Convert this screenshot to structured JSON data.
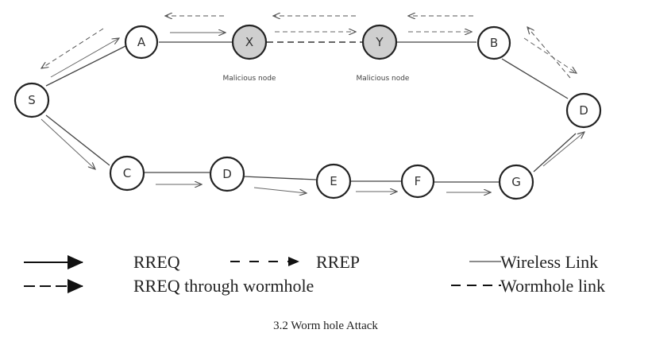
{
  "nodes": [
    {
      "id": "S",
      "label": "S",
      "malicious": false
    },
    {
      "id": "A",
      "label": "A",
      "malicious": false
    },
    {
      "id": "X",
      "label": "X",
      "malicious": true
    },
    {
      "id": "Y",
      "label": "Y",
      "malicious": true
    },
    {
      "id": "B",
      "label": "B",
      "malicious": false
    },
    {
      "id": "D1",
      "label": "D",
      "malicious": false
    },
    {
      "id": "C",
      "label": "C",
      "malicious": false
    },
    {
      "id": "D2",
      "label": "D",
      "malicious": false
    },
    {
      "id": "E",
      "label": "E",
      "malicious": false
    },
    {
      "id": "F",
      "label": "F",
      "malicious": false
    },
    {
      "id": "G",
      "label": "G",
      "malicious": false
    }
  ],
  "malicious_labels": [
    "Malicious node",
    "Malicious node"
  ],
  "legend": {
    "rreq": "RREQ",
    "rrep": "RREP",
    "rreq_wormhole": "RREQ through wormhole",
    "wireless_link": "Wireless Link",
    "wormhole_link": "Wormhole link"
  },
  "caption": "3.2 Worm hole Attack",
  "colors": {
    "line": "#333333",
    "malicious_fill": "#cfcfcf",
    "node_fill": "#ffffff"
  }
}
